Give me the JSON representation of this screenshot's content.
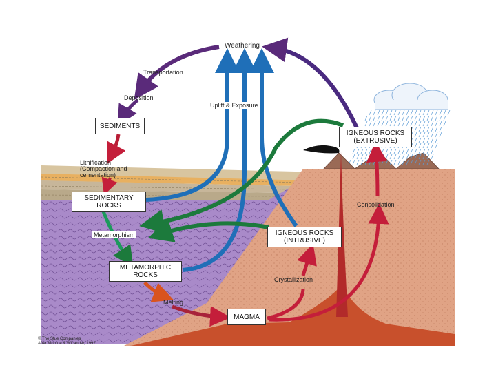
{
  "processes": {
    "weathering": "Weathering",
    "transportation": "Transportation",
    "deposition": "Deposition",
    "uplift": "Uplift & Exposure",
    "lithification_1": "Lithification",
    "lithification_2": "(Compaction and",
    "lithification_3": "cementation)",
    "metamorphism": "Metamorphism",
    "melting": "Melting",
    "crystallization": "Crystallization",
    "consolidation": "Consolidation"
  },
  "rocks": {
    "sediments": "SEDIMENTS",
    "sedimentary_1": "SEDIMENTARY",
    "sedimentary_2": "ROCKS",
    "metamorphic_1": "METAMORPHIC",
    "metamorphic_2": "ROCKS",
    "igneous_intrusive_1": "IGNEOUS ROCKS",
    "igneous_intrusive_2": "(INTRUSIVE)",
    "igneous_extrusive_1": "IGNEOUS ROCKS",
    "igneous_extrusive_2": "(EXTRUSIVE)",
    "magma": "MAGMA"
  },
  "credit": {
    "line1": "© The Stue Companies",
    "line2": "After Monroe & Wicander, 1992"
  },
  "colors": {
    "weathering_arrow": "#5a2a7a",
    "uplift_arrow": "#1f6fb8",
    "metamorphism_arrow": "#1c7a3c",
    "magma_arrow": "#c41e3a",
    "metamorphic_band": "#a98ac9",
    "crust": "#e0a385",
    "magma_body": "#c8502c"
  }
}
